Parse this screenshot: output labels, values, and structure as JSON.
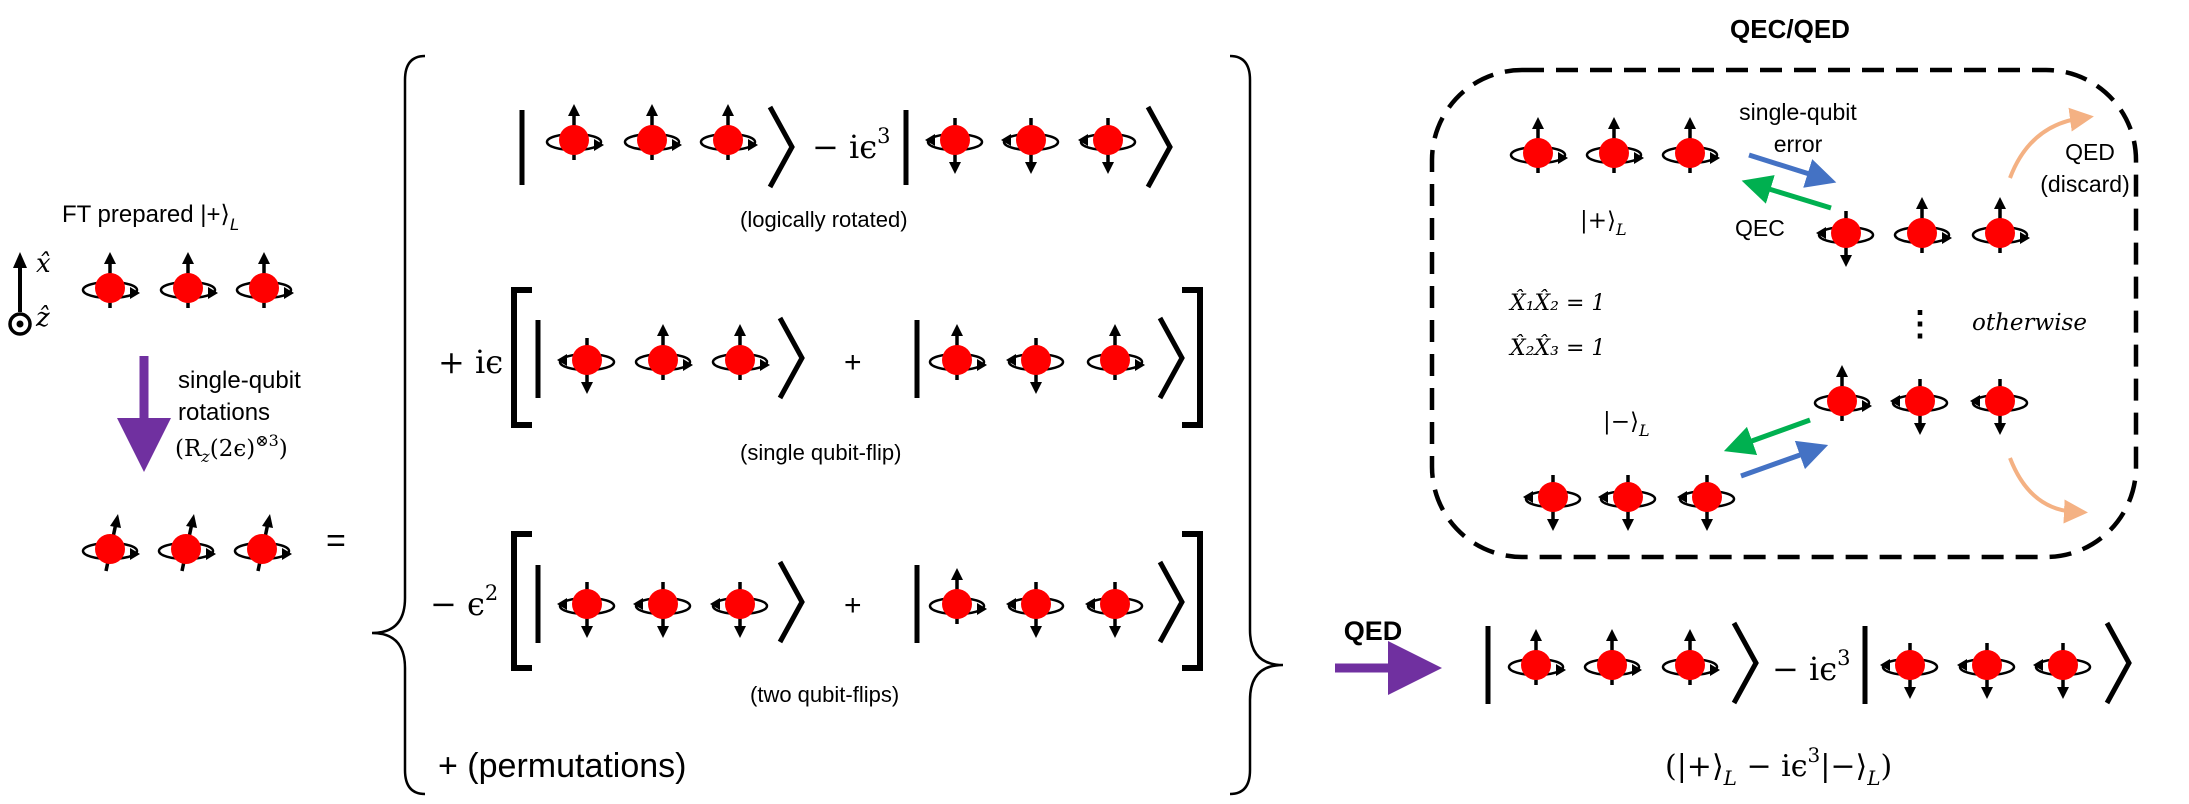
{
  "colors": {
    "spin": "#ff0000",
    "purple_arrow": "#7030a0",
    "blue_arrow": "#4472c4",
    "green_arrow": "#00b050",
    "orange_arrow": "#f4b183",
    "ink": "#000000"
  },
  "left": {
    "prepared_label": "FT prepared |+⟩",
    "prepared_sub": "L",
    "axis_x": "x̂",
    "axis_z": "ẑ",
    "rotation_line1": "single-qubit",
    "rotation_line2": "rotations",
    "rotation_formula": "(R",
    "rotation_formula_sub": "z",
    "rotation_formula_tail": "(2ϵ)",
    "rotation_formula_sup": "⊗3",
    "rotation_formula_close": ")",
    "equals": "="
  },
  "expansion": {
    "row1_minus": "− iϵ",
    "row1_sup": "3",
    "row1_caption": "(logically rotated)",
    "row2_prefix": "+ iϵ",
    "row2_plus": "+",
    "row2_caption": "(single qubit-flip)",
    "row3_prefix": "− ϵ",
    "row3_sup": "2",
    "row3_plus": "+",
    "row3_caption": "(two qubit-flips)",
    "permutations": "+ (permutations)"
  },
  "qec_box": {
    "title": "QEC/QED",
    "error_line1": "single-qubit",
    "error_line2": "error",
    "qec_label": "QEC",
    "qed_line1": "QED",
    "qed_line2": "(discard)",
    "plus_L": "|+⟩",
    "plus_L_sub": "L",
    "minus_L": "|−⟩",
    "minus_L_sub": "L",
    "stab1": "X̂₁X̂₂ = 1",
    "stab2": "X̂₂X̂₃ = 1",
    "otherwise": "otherwise",
    "vdots": "⋮"
  },
  "result": {
    "qed_label": "QED",
    "minus": "− iϵ",
    "sup": "3",
    "caption": "(|+⟩",
    "caption_sub1": "L",
    "caption_mid": " − iϵ",
    "caption_sup": "3",
    "caption_mid2": "|−⟩",
    "caption_sub2": "L",
    "caption_close": ")"
  }
}
